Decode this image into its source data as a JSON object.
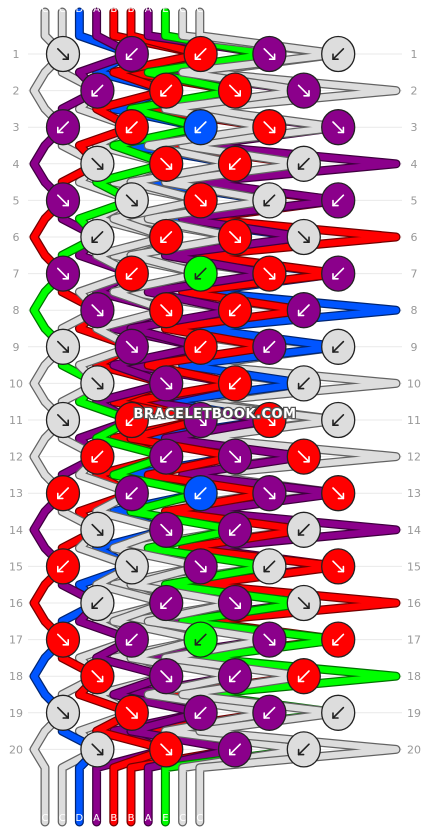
{
  "watermark": "BRACELETBOOK.COM",
  "strings": [
    {
      "letter": "C",
      "color": "#dddddd"
    },
    {
      "letter": "C",
      "color": "#dddddd"
    },
    {
      "letter": "D",
      "color": "#0055ff"
    },
    {
      "letter": "A",
      "color": "#8b008b"
    },
    {
      "letter": "B",
      "color": "#ff0000"
    },
    {
      "letter": "B",
      "color": "#ff0000"
    },
    {
      "letter": "A",
      "color": "#8b008b"
    },
    {
      "letter": "E",
      "color": "#00ff00"
    },
    {
      "letter": "C",
      "color": "#dddddd"
    },
    {
      "letter": "C",
      "color": "#dddddd"
    }
  ],
  "row_numbers": [
    "1",
    "2",
    "3",
    "4",
    "5",
    "6",
    "7",
    "8",
    "9",
    "10",
    "11",
    "12",
    "13",
    "14",
    "15",
    "16",
    "17",
    "18",
    "19",
    "20"
  ],
  "knots": [
    {
      "row": 1,
      "col": 0,
      "color": "#dddddd",
      "dir": "BR"
    },
    {
      "row": 1,
      "col": 2,
      "color": "#8b008b",
      "dir": "BL"
    },
    {
      "row": 1,
      "col": 4,
      "color": "#ff0000",
      "dir": "BL"
    },
    {
      "row": 1,
      "col": 6,
      "color": "#8b008b",
      "dir": "BR"
    },
    {
      "row": 1,
      "col": 8,
      "color": "#dddddd",
      "dir": "BL"
    },
    {
      "row": 2,
      "col": 1,
      "color": "#8b008b",
      "dir": "BL"
    },
    {
      "row": 2,
      "col": 3,
      "color": "#ff0000",
      "dir": "BL"
    },
    {
      "row": 2,
      "col": 5,
      "color": "#ff0000",
      "dir": "BR"
    },
    {
      "row": 2,
      "col": 7,
      "color": "#8b008b",
      "dir": "BR"
    },
    {
      "row": 3,
      "col": 0,
      "color": "#8b008b",
      "dir": "BL"
    },
    {
      "row": 3,
      "col": 2,
      "color": "#ff0000",
      "dir": "BL"
    },
    {
      "row": 3,
      "col": 4,
      "color": "#0055ff",
      "dir": "BL"
    },
    {
      "row": 3,
      "col": 6,
      "color": "#ff0000",
      "dir": "BR"
    },
    {
      "row": 3,
      "col": 8,
      "color": "#8b008b",
      "dir": "BR"
    },
    {
      "row": 4,
      "col": 1,
      "color": "#dddddd",
      "dir": "BR"
    },
    {
      "row": 4,
      "col": 3,
      "color": "#ff0000",
      "dir": "BR"
    },
    {
      "row": 4,
      "col": 5,
      "color": "#ff0000",
      "dir": "BL"
    },
    {
      "row": 4,
      "col": 7,
      "color": "#dddddd",
      "dir": "BL"
    },
    {
      "row": 5,
      "col": 0,
      "color": "#8b008b",
      "dir": "BR"
    },
    {
      "row": 5,
      "col": 2,
      "color": "#dddddd",
      "dir": "BR"
    },
    {
      "row": 5,
      "col": 4,
      "color": "#ff0000",
      "dir": "BR"
    },
    {
      "row": 5,
      "col": 6,
      "color": "#dddddd",
      "dir": "BL"
    },
    {
      "row": 5,
      "col": 8,
      "color": "#8b008b",
      "dir": "BL"
    },
    {
      "row": 6,
      "col": 1,
      "color": "#dddddd",
      "dir": "BL"
    },
    {
      "row": 6,
      "col": 3,
      "color": "#ff0000",
      "dir": "BL"
    },
    {
      "row": 6,
      "col": 5,
      "color": "#ff0000",
      "dir": "BR"
    },
    {
      "row": 6,
      "col": 7,
      "color": "#dddddd",
      "dir": "BR"
    },
    {
      "row": 7,
      "col": 0,
      "color": "#8b008b",
      "dir": "BR"
    },
    {
      "row": 7,
      "col": 2,
      "color": "#ff0000",
      "dir": "BL"
    },
    {
      "row": 7,
      "col": 4,
      "color": "#00ff00",
      "dir": "BL"
    },
    {
      "row": 7,
      "col": 6,
      "color": "#ff0000",
      "dir": "BR"
    },
    {
      "row": 7,
      "col": 8,
      "color": "#8b008b",
      "dir": "BL"
    },
    {
      "row": 8,
      "col": 1,
      "color": "#8b008b",
      "dir": "BR"
    },
    {
      "row": 8,
      "col": 3,
      "color": "#ff0000",
      "dir": "BR"
    },
    {
      "row": 8,
      "col": 5,
      "color": "#ff0000",
      "dir": "BL"
    },
    {
      "row": 8,
      "col": 7,
      "color": "#8b008b",
      "dir": "BL"
    },
    {
      "row": 9,
      "col": 0,
      "color": "#dddddd",
      "dir": "BR"
    },
    {
      "row": 9,
      "col": 2,
      "color": "#8b008b",
      "dir": "BR"
    },
    {
      "row": 9,
      "col": 4,
      "color": "#ff0000",
      "dir": "BL"
    },
    {
      "row": 9,
      "col": 6,
      "color": "#8b008b",
      "dir": "BL"
    },
    {
      "row": 9,
      "col": 8,
      "color": "#dddddd",
      "dir": "BL"
    },
    {
      "row": 10,
      "col": 1,
      "color": "#dddddd",
      "dir": "BR"
    },
    {
      "row": 10,
      "col": 3,
      "color": "#8b008b",
      "dir": "BR"
    },
    {
      "row": 10,
      "col": 5,
      "color": "#ff0000",
      "dir": "BL"
    },
    {
      "row": 10,
      "col": 7,
      "color": "#dddddd",
      "dir": "BL"
    },
    {
      "row": 11,
      "col": 0,
      "color": "#dddddd",
      "dir": "BR"
    },
    {
      "row": 11,
      "col": 2,
      "color": "#ff0000",
      "dir": "BL"
    },
    {
      "row": 11,
      "col": 4,
      "color": "#8b008b",
      "dir": "BR"
    },
    {
      "row": 11,
      "col": 6,
      "color": "#ff0000",
      "dir": "BR"
    },
    {
      "row": 11,
      "col": 8,
      "color": "#dddddd",
      "dir": "BL"
    },
    {
      "row": 12,
      "col": 1,
      "color": "#ff0000",
      "dir": "BL"
    },
    {
      "row": 12,
      "col": 3,
      "color": "#8b008b",
      "dir": "BL"
    },
    {
      "row": 12,
      "col": 5,
      "color": "#8b008b",
      "dir": "BR"
    },
    {
      "row": 12,
      "col": 7,
      "color": "#ff0000",
      "dir": "BR"
    },
    {
      "row": 13,
      "col": 0,
      "color": "#ff0000",
      "dir": "BL"
    },
    {
      "row": 13,
      "col": 2,
      "color": "#8b008b",
      "dir": "BL"
    },
    {
      "row": 13,
      "col": 4,
      "color": "#0055ff",
      "dir": "BL"
    },
    {
      "row": 13,
      "col": 6,
      "color": "#8b008b",
      "dir": "BR"
    },
    {
      "row": 13,
      "col": 8,
      "color": "#ff0000",
      "dir": "BR"
    },
    {
      "row": 14,
      "col": 1,
      "color": "#dddddd",
      "dir": "BR"
    },
    {
      "row": 14,
      "col": 3,
      "color": "#8b008b",
      "dir": "BR"
    },
    {
      "row": 14,
      "col": 5,
      "color": "#8b008b",
      "dir": "BL"
    },
    {
      "row": 14,
      "col": 7,
      "color": "#dddddd",
      "dir": "BL"
    },
    {
      "row": 15,
      "col": 0,
      "color": "#ff0000",
      "dir": "BL"
    },
    {
      "row": 15,
      "col": 2,
      "color": "#dddddd",
      "dir": "BR"
    },
    {
      "row": 15,
      "col": 4,
      "color": "#8b008b",
      "dir": "BR"
    },
    {
      "row": 15,
      "col": 6,
      "color": "#dddddd",
      "dir": "BL"
    },
    {
      "row": 15,
      "col": 8,
      "color": "#ff0000",
      "dir": "BR"
    },
    {
      "row": 16,
      "col": 1,
      "color": "#dddddd",
      "dir": "BL"
    },
    {
      "row": 16,
      "col": 3,
      "color": "#8b008b",
      "dir": "BL"
    },
    {
      "row": 16,
      "col": 5,
      "color": "#8b008b",
      "dir": "BR"
    },
    {
      "row": 16,
      "col": 7,
      "color": "#dddddd",
      "dir": "BR"
    },
    {
      "row": 17,
      "col": 0,
      "color": "#ff0000",
      "dir": "BR"
    },
    {
      "row": 17,
      "col": 2,
      "color": "#8b008b",
      "dir": "BL"
    },
    {
      "row": 17,
      "col": 4,
      "color": "#00ff00",
      "dir": "BL"
    },
    {
      "row": 17,
      "col": 6,
      "color": "#8b008b",
      "dir": "BR"
    },
    {
      "row": 17,
      "col": 8,
      "color": "#ff0000",
      "dir": "BL"
    },
    {
      "row": 18,
      "col": 1,
      "color": "#ff0000",
      "dir": "BR"
    },
    {
      "row": 18,
      "col": 3,
      "color": "#8b008b",
      "dir": "BR"
    },
    {
      "row": 18,
      "col": 5,
      "color": "#8b008b",
      "dir": "BL"
    },
    {
      "row": 18,
      "col": 7,
      "color": "#ff0000",
      "dir": "BL"
    },
    {
      "row": 19,
      "col": 0,
      "color": "#dddddd",
      "dir": "BR"
    },
    {
      "row": 19,
      "col": 2,
      "color": "#ff0000",
      "dir": "BR"
    },
    {
      "row": 19,
      "col": 4,
      "color": "#8b008b",
      "dir": "BL"
    },
    {
      "row": 19,
      "col": 6,
      "color": "#8b008b",
      "dir": "BL"
    },
    {
      "row": 19,
      "col": 8,
      "color": "#dddddd",
      "dir": "BL"
    },
    {
      "row": 20,
      "col": 1,
      "color": "#dddddd",
      "dir": "BR"
    },
    {
      "row": 20,
      "col": 3,
      "color": "#ff0000",
      "dir": "BR"
    },
    {
      "row": 20,
      "col": 5,
      "color": "#8b008b",
      "dir": "BL"
    },
    {
      "row": 20,
      "col": 7,
      "color": "#dddddd",
      "dir": "BL"
    }
  ]
}
